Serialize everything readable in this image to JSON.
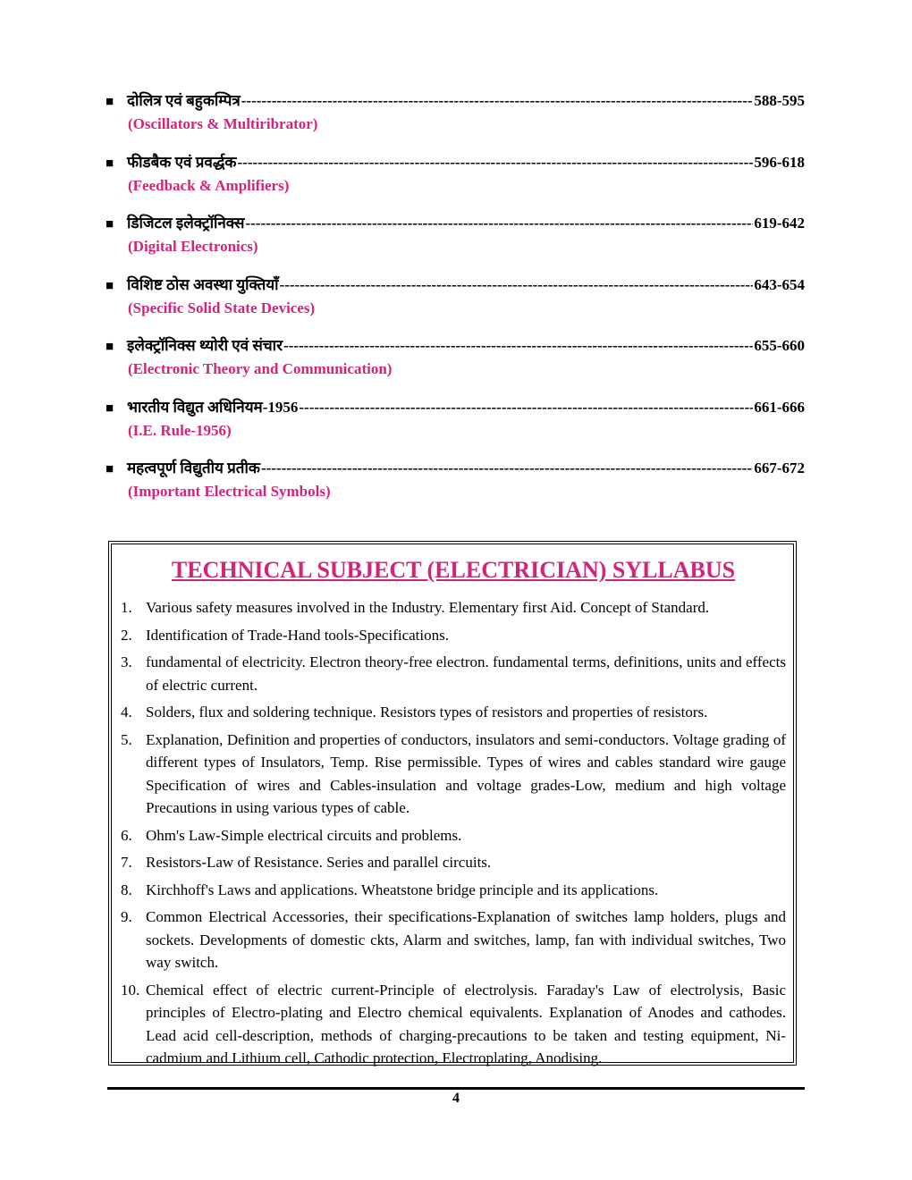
{
  "toc": [
    {
      "title": "दोलित्र एवं बहुकम्पित्र",
      "pages": "588-595",
      "subtitle": "(Oscillators & Multiribrator)"
    },
    {
      "title": "फीडबैक एवं प्रवर्द्धक",
      "pages": "596-618",
      "subtitle": "(Feedback & Amplifiers)"
    },
    {
      "title": "डिजिटल इलेक्ट्रॉनिक्स",
      "pages": "619-642",
      "subtitle": "(Digital Electronics)"
    },
    {
      "title": "विशिष्ट ठोस अवस्था युक्तियाँ",
      "pages": "643-654",
      "subtitle": "(Specific Solid State Devices)"
    },
    {
      "title": "इलेक्ट्रॉनिक्स थ्योरी एवं संचार",
      "pages": "655-660",
      "subtitle": "(Electronic Theory and Communication)"
    },
    {
      "title": "भारतीय विद्युत अधिनियम-1956",
      "pages": "661-666",
      "subtitle": "(I.E. Rule-1956)"
    },
    {
      "title": "महत्वपूर्ण विद्युतीय प्रतीक",
      "pages": "667-672",
      "subtitle": "(Important Electrical Symbols)"
    }
  ],
  "bullet": "■",
  "syllabus": {
    "title": "TECHNICAL SUBJECT (ELECTRICIAN) SYLLABUS",
    "items": [
      {
        "num": "1.",
        "text": "Various safety measures involved in the Industry. Elementary first Aid. Concept of Standard."
      },
      {
        "num": "2.",
        "text": "Identification of Trade-Hand tools-Specifications."
      },
      {
        "num": "3.",
        "text": "fundamental of electricity. Electron theory-free electron. fundamental terms, definitions, units and effects of electric current."
      },
      {
        "num": "4.",
        "text": "Solders, flux and soldering technique. Resistors types of resistors and properties of resistors."
      },
      {
        "num": "5.",
        "text": "Explanation, Definition and properties of conductors, insulators and semi-conductors. Voltage grading of different types of Insulators, Temp. Rise permissible. Types of wires and cables standard wire gauge Specification of wires and Cables-insulation and voltage grades-Low, medium and high voltage Precautions in using various types of cable."
      },
      {
        "num": "6.",
        "text": "Ohm's Law-Simple electrical circuits and problems."
      },
      {
        "num": "7.",
        "text": "Resistors-Law of Resistance. Series and parallel circuits."
      },
      {
        "num": "8.",
        "text": "Kirchhoff's Laws and applications. Wheatstone bridge principle and its applications."
      },
      {
        "num": "9.",
        "text": "Common Electrical Accessories, their specifications-Explanation of switches lamp holders, plugs and sockets. Developments of domestic ckts, Alarm and switches, lamp, fan with individual switches, Two way switch."
      },
      {
        "num": "10.",
        "text": "Chemical effect of electric current-Principle of electrolysis. Faraday's Law of electrolysis, Basic principles of Electro-plating and Electro chemical equivalents. Explanation of Anodes and cathodes. Lead acid cell-description, methods of charging-precautions to be taken and testing equipment, Ni-cadmium and Lithium cell, Cathodic protection, Electroplating, Anodising."
      }
    ]
  },
  "page_number": "4"
}
